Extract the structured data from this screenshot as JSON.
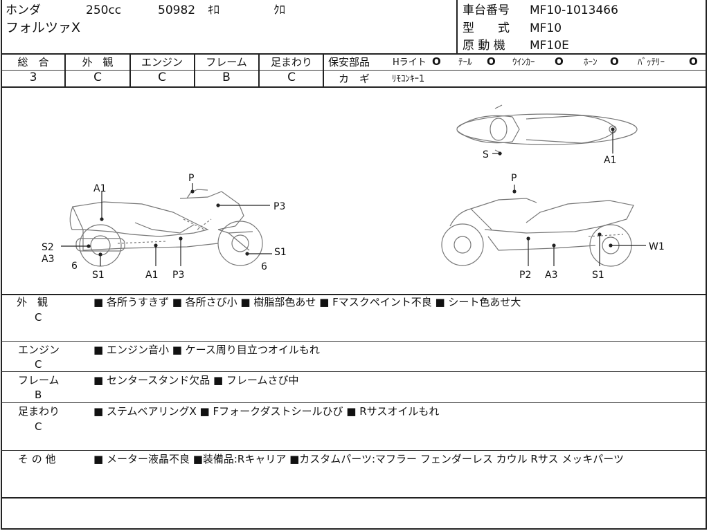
{
  "header": {
    "maker": "ホンダ",
    "displacement": "250cc",
    "mileage": "50982",
    "mileage_unit": "ｷﾛ",
    "color": "ｸﾛ",
    "model_name": "フォルツァX",
    "frame_no_label": "車台番号",
    "frame_no": "MF10-1013466",
    "type_label": "型　　式",
    "type_value": "MF10",
    "engine_label": "原 動 機",
    "engine_value": "MF10E"
  },
  "grades": [
    {
      "label": "総　合",
      "value": "3"
    },
    {
      "label": "外　観",
      "value": "C"
    },
    {
      "label": "エンジン",
      "value": "C"
    },
    {
      "label": "フレーム",
      "value": "B"
    },
    {
      "label": "足まわり",
      "value": "C"
    }
  ],
  "safety_parts": {
    "label": "保安部品",
    "items": [
      {
        "name": "Hライト",
        "status": "O"
      },
      {
        "name": "ﾃｰﾙ",
        "status": "O"
      },
      {
        "name": "ｳｲﾝｶｰ",
        "status": "O"
      },
      {
        "name": "ﾎｰﾝ",
        "status": "O"
      },
      {
        "name": "ﾊﾞｯﾃﾘｰ",
        "status": "O"
      }
    ],
    "key_label": "カ　ギ",
    "key_value": "ﾘﾓｺﾝｷｰ1"
  },
  "diagram_marks": {
    "left": [
      "A1",
      "P",
      "P3",
      "S2",
      "A3",
      "6",
      "S1",
      "A1",
      "P3",
      "S1",
      "6"
    ],
    "top": [
      "S",
      "A1"
    ],
    "right": [
      "P",
      "W1",
      "P2",
      "A3",
      "S1"
    ]
  },
  "remarks": [
    {
      "category": "外　観",
      "grade": "C",
      "text": "■ 各所うすきず ■ 各所さび小 ■ 樹脂部色あせ ■ Fマスクペイント不良 ■ シート色あせ大"
    },
    {
      "category": "エンジン",
      "grade": "C",
      "text": "■ エンジン音小 ■ ケース周り目立つオイルもれ"
    },
    {
      "category": "フレーム",
      "grade": "B",
      "text": "■ センタースタンド欠品 ■ フレームさび中"
    },
    {
      "category": "足まわり",
      "grade": "C",
      "text": "■ ステムベアリングX ■ Fフォークダストシールひび ■ Rサスオイルもれ"
    },
    {
      "category": "そ の 他",
      "grade": "",
      "text": "■ メーター液晶不良 ■装備品:Rキャリア ■カスタムパーツ:マフラー フェンダーレス カウル Rサス メッキパーツ"
    }
  ]
}
